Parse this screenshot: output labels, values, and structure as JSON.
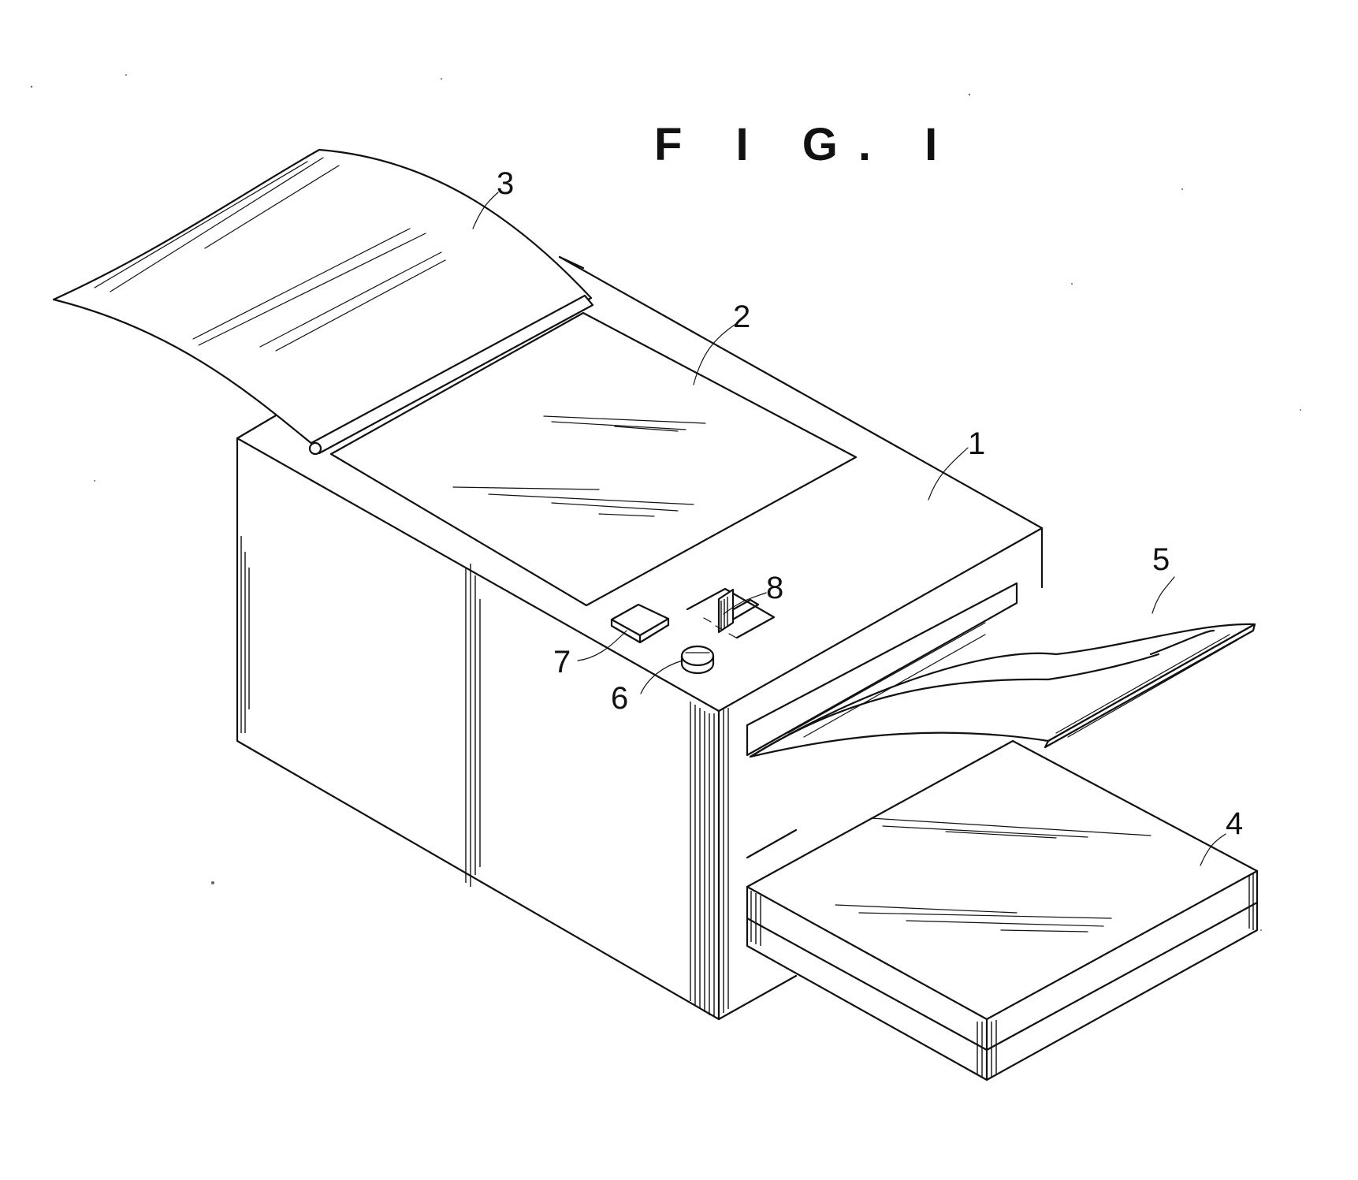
{
  "figure": {
    "title": "F I G. I",
    "reference_numerals": {
      "body": "1",
      "platen": "2",
      "cover": "3",
      "tray": "4",
      "sheet": "5",
      "knob": "6",
      "button": "7",
      "slider": "8"
    }
  },
  "colors": {
    "line": "#111111",
    "background": "#ffffff"
  }
}
